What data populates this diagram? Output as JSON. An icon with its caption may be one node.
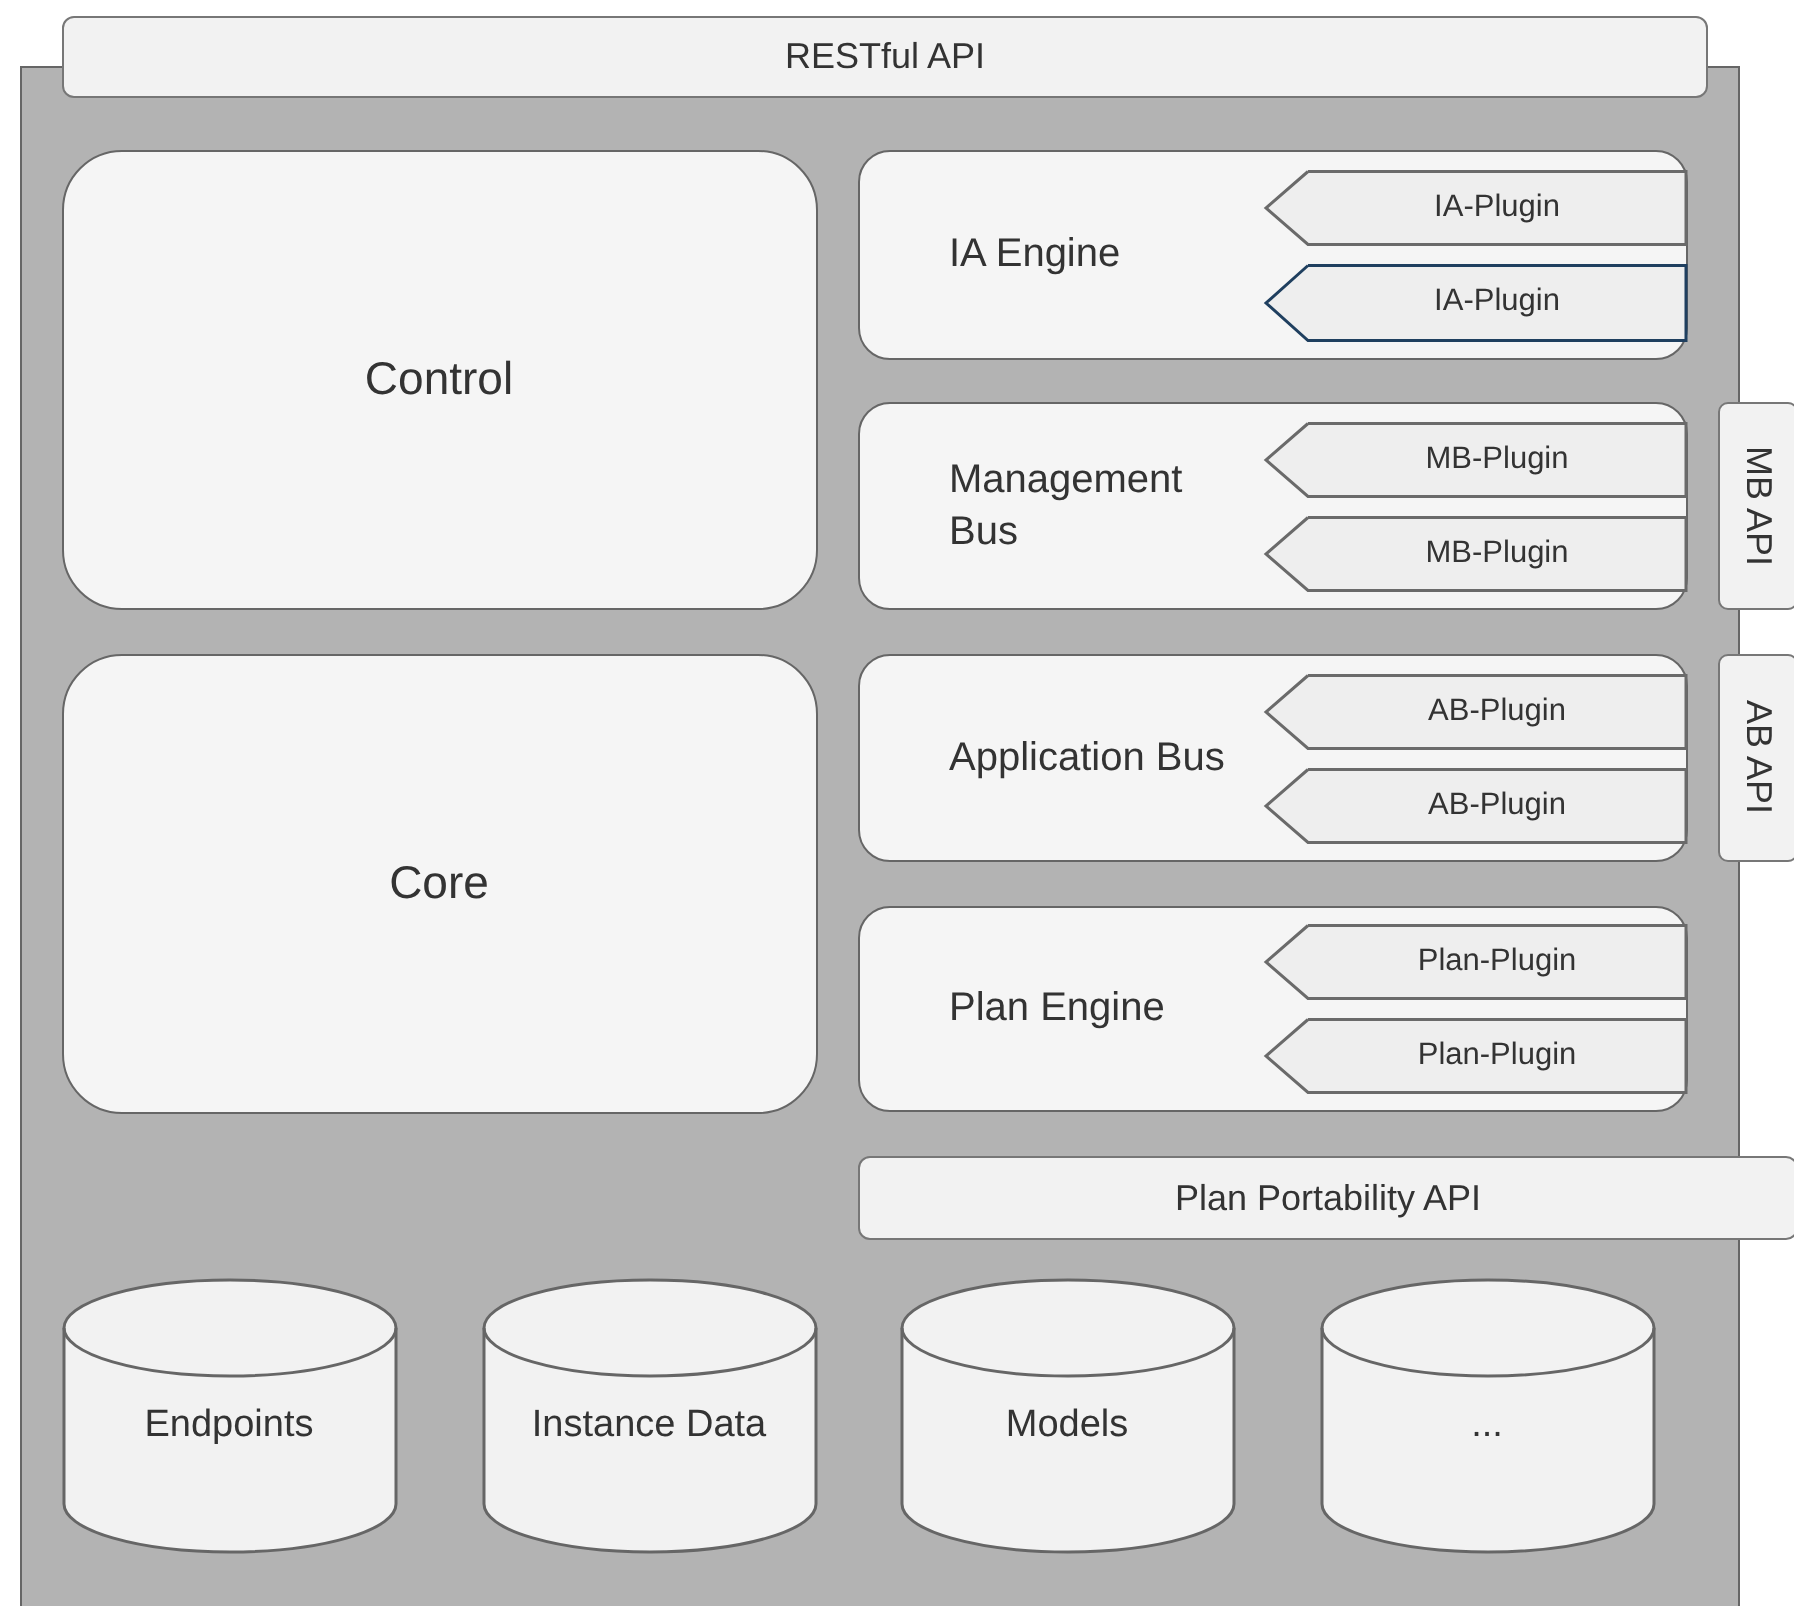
{
  "diagram": {
    "nodes": [
      {
        "text": [],
        "shape": "box"
      },
      {
        "text": [
          "RESTful API"
        ]
      },
      {
        "text": [
          "Control"
        ],
        "in": 0
      },
      {
        "text": [
          "IA Engine"
        ],
        "in": 0
      },
      {
        "text": [
          "IA-Plugin"
        ],
        "in": 3
      },
      {
        "text": [
          "IA-Plugin"
        ],
        "in": 3
      },
      {
        "text": [
          "Management Bus"
        ],
        "in": 0
      },
      {
        "text": [
          "MB-Plugin"
        ],
        "in": 6
      },
      {
        "text": [
          "MB-Plugin"
        ],
        "in": 6
      },
      {
        "text": [
          "MB API"
        ]
      },
      {
        "text": [
          "Core"
        ],
        "in": 0
      },
      {
        "text": [
          "Application Bus"
        ],
        "in": 0
      },
      {
        "text": [
          "AB-Plugin"
        ],
        "in": 11
      },
      {
        "text": [
          "AB-Plugin"
        ],
        "in": 11
      },
      {
        "text": [
          "AB API"
        ]
      },
      {
        "text": [
          "Plan Engine"
        ],
        "in": 0
      },
      {
        "text": [
          "Plan-Plugin"
        ],
        "in": 15
      },
      {
        "text": [
          "Plan-Plugin"
        ],
        "in": 15
      },
      {
        "text": [
          "Plan Portability API"
        ]
      },
      {
        "text": [
          "Endpoints"
        ],
        "in": 0
      },
      {
        "text": [
          "Instance Data"
        ],
        "in": 0
      },
      {
        "text": [
          "Models"
        ],
        "in": 0
      },
      {
        "text": [
          "..."
        ],
        "in": 0
      }
    ]
  }
}
